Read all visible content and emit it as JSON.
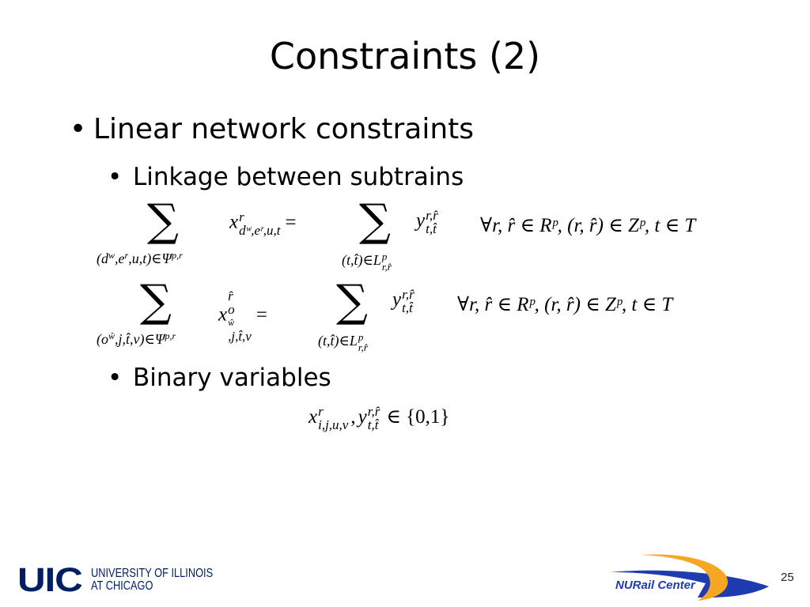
{
  "slide": {
    "title": "Constraints (2)",
    "bullet_1": "Linear network constraints",
    "bullet_1_1": "Linkage between subtrains",
    "bullet_1_2": "Binary variables",
    "bullet_glyph": "•",
    "page_number": "25"
  },
  "equations": {
    "sigma": "∑",
    "eq1": {
      "lhs_under_1": "(d",
      "lhs_under_1_sup": "w",
      "lhs_under_2": ",e",
      "lhs_under_2_sup": "r",
      "lhs_under_3": ",u,t)∈Ψ",
      "lhs_under_3_sup": "p,r",
      "lhs_var": "x",
      "lhs_var_sup": "r",
      "lhs_var_sub": "dʷ,eʳ,u,t",
      "equals": "=",
      "rhs_under": "(t,t̂)∈L",
      "rhs_under_sup": "p",
      "rhs_under_sub": "r,r̂",
      "rhs_var": "y",
      "rhs_var_sup": "r,r̂",
      "rhs_var_sub": "t,t̂",
      "condition": "∀r, r̂ ∈ Rᵖ, (r, r̂) ∈ Zᵖ, t ∈ T"
    },
    "eq2": {
      "lhs_under_1": "(o",
      "lhs_under_1_sup": "ŵ",
      "lhs_under_2": ",j,t̂,v)∈Ψ",
      "lhs_under_2_sup": "p,r",
      "lhs_var": "x",
      "lhs_var_sup": "r̂",
      "lhs_var_sub_1": "o",
      "lhs_var_sub_sup": "ŵ",
      "lhs_var_sub_2": ",j,t̂,v",
      "equals": "=",
      "rhs_under": "(t,t̂)∈L",
      "rhs_under_sup": "p",
      "rhs_under_sub": "r,r̂",
      "rhs_var": "y",
      "rhs_var_sup": "r,r̂",
      "rhs_var_sub": "t,t̂",
      "condition": "∀r, r̂ ∈ Rᵖ, (r, r̂) ∈ Zᵖ, t ∈ T"
    },
    "binary": {
      "x": "x",
      "x_sup": "r",
      "x_sub": "i,j,u,v",
      "comma": ",",
      "y": "y",
      "y_sup": "r,r̂",
      "y_sub": "t,t̂",
      "set": "∈ {0,1}"
    }
  },
  "footer": {
    "uic_mark": "UIC",
    "uic_line1": "UNIVERSITY OF ILLINOIS",
    "uic_line2": "AT CHICAGO",
    "nurail_text": "NURail Center",
    "colors": {
      "uic_navy": "#001e62",
      "nurail_blue": "#1f3bb0",
      "nurail_orange": "#f5a623"
    }
  }
}
